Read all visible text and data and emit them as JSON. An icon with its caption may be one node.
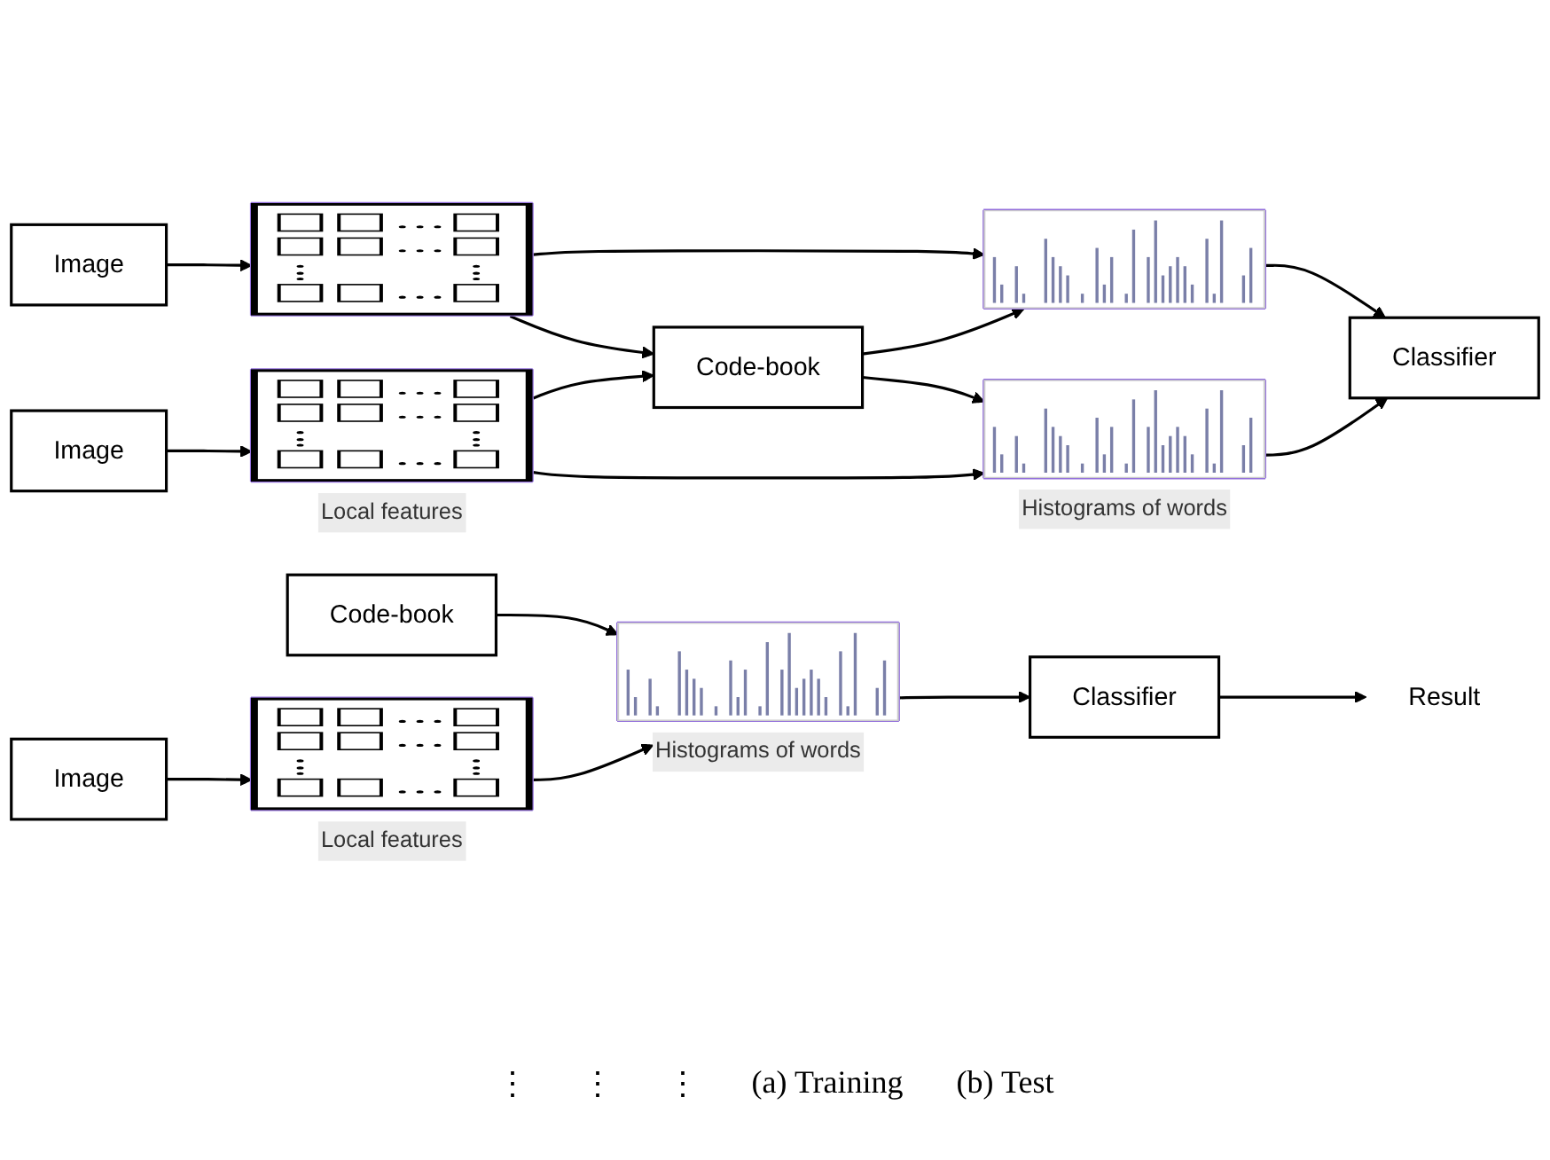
{
  "diagram": {
    "nodes": [
      {
        "text": [
          "Image"
        ]
      },
      {
        "text": [],
        "shape": "picture"
      },
      {
        "text": [],
        "shape": "picture"
      },
      {
        "text": [
          "Code-book"
        ]
      },
      {
        "text": [
          "Classifier"
        ]
      },
      {
        "text": [
          "Image"
        ]
      },
      {
        "text": [],
        "shape": "picture",
        "beside": [
          "Local features"
        ]
      },
      {
        "text": [],
        "shape": "picture",
        "beside": [
          "Histograms of words"
        ]
      },
      {
        "text": [
          "Code-book"
        ]
      },
      {
        "text": [
          "Image"
        ]
      },
      {
        "text": [],
        "shape": "picture",
        "beside": [
          "Local features"
        ]
      },
      {
        "text": [],
        "shape": "picture",
        "beside": [
          "Histograms of words"
        ]
      },
      {
        "text": [
          "Classifier"
        ]
      },
      {
        "text": [
          "Result"
        ]
      }
    ],
    "edges": [
      {
        "from": 0,
        "to": 1,
        "arrow": "to"
      },
      {
        "from": 1,
        "to": 2,
        "arrow": "to"
      },
      {
        "from": 1,
        "to": 3,
        "arrow": "to"
      },
      {
        "from": 6,
        "to": 3,
        "arrow": "to"
      },
      {
        "from": 3,
        "to": 2,
        "arrow": "to"
      },
      {
        "from": 3,
        "to": 7,
        "arrow": "to"
      },
      {
        "from": 2,
        "to": 4,
        "arrow": "to"
      },
      {
        "from": 7,
        "to": 4,
        "arrow": "to"
      },
      {
        "from": 5,
        "to": 6,
        "arrow": "to"
      },
      {
        "from": 6,
        "to": 7,
        "arrow": "to"
      },
      {
        "from": 8,
        "to": 11,
        "arrow": "to"
      },
      {
        "from": 9,
        "to": 10,
        "arrow": "to"
      },
      {
        "from": 10,
        "to": 11,
        "arrow": "to"
      },
      {
        "from": 11,
        "to": 12,
        "arrow": "to"
      },
      {
        "from": 12,
        "to": 13,
        "arrow": "to"
      }
    ],
    "labels": [
      "⋮",
      "⋮",
      "⋮",
      "(a) Training",
      "(b) Test"
    ]
  }
}
